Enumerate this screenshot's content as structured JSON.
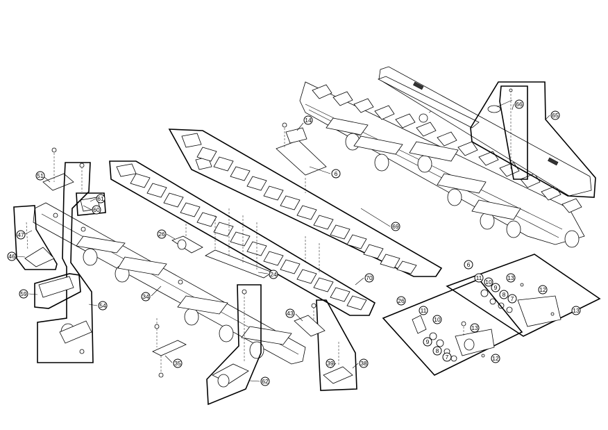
{
  "callouts": {
    "c6a": "6",
    "c14": "14",
    "c51": "51",
    "c61": "61",
    "c60": "60",
    "c47": "47",
    "c46": "46",
    "c26a": "26",
    "c24": "24",
    "c69": "69",
    "c70": "70",
    "c34": "34",
    "c59": "59",
    "c54": "54",
    "c43": "43",
    "c35": "35",
    "c62": "62",
    "c39": "39",
    "c38": "38",
    "c66": "66",
    "c65": "65",
    "c6b": "6",
    "c11a": "11",
    "c10a": "10",
    "c13a": "13",
    "c9a": "9",
    "c8a": "8",
    "c7a": "7",
    "c12a": "12",
    "c13b": "13",
    "c26b": "26",
    "c11b": "11",
    "c10b": "10",
    "c13c": "13",
    "c9b": "9",
    "c8b": "8",
    "c7b": "7",
    "c12b": "12"
  },
  "plate_text": {
    "plate_a": "",
    "plate_b": ""
  }
}
